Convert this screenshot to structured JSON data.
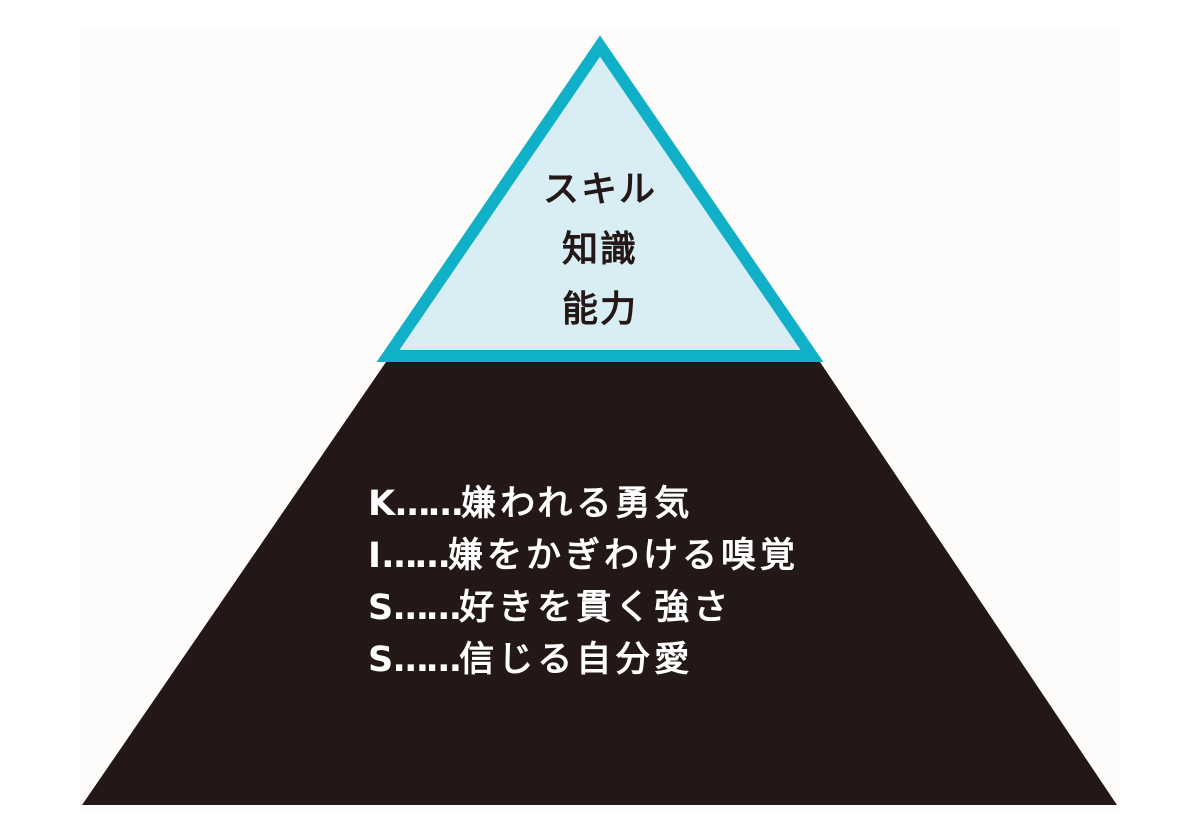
{
  "colors": {
    "background": "#fdfcfb",
    "top_fill": "#d9edf4",
    "top_border": "#0fb0c8",
    "base_fill": "#231815",
    "top_text": "#231815",
    "base_text": "#ffffff"
  },
  "top_tier": {
    "lines": [
      "スキル",
      "知識",
      "能力"
    ]
  },
  "base_tier": {
    "items": [
      {
        "key": "K",
        "dots": "……",
        "phrase": "嫌われる勇気"
      },
      {
        "key": "I",
        "dots": "……",
        "phrase": "嫌をかぎわける嗅覚"
      },
      {
        "key": "S",
        "dots": "……",
        "phrase": "好きを貫く強さ"
      },
      {
        "key": "S",
        "dots": "……",
        "phrase": "信じる自分愛"
      }
    ]
  }
}
